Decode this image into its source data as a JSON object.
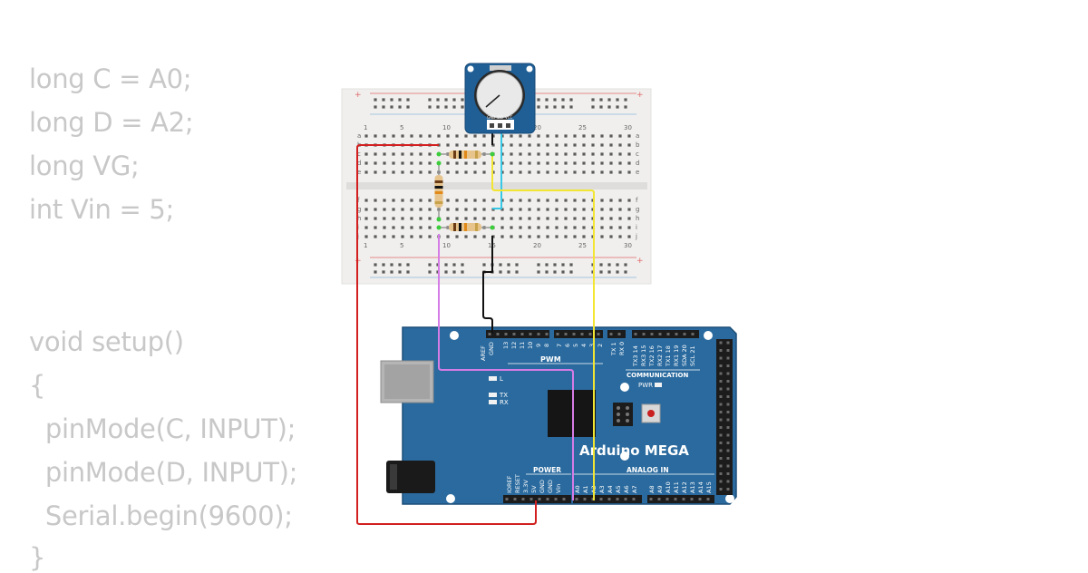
{
  "code": {
    "lines": [
      "long C = A0;",
      "long D = A2;",
      "long VG;",
      "int Vin = 5;",
      "",
      "",
      "void setup()",
      "{",
      "  pinMode(C, INPUT);",
      "  pinMode(D, INPUT);",
      "  Serial.begin(9600);",
      "}"
    ]
  },
  "breadboard": {
    "column_numbers": [
      "1",
      "5",
      "10",
      "15",
      "20",
      "25",
      "30"
    ],
    "row_letters_top": [
      "a",
      "b",
      "c",
      "d",
      "e"
    ],
    "row_letters_bottom": [
      "f",
      "g",
      "h",
      "i",
      "j"
    ],
    "plus_sign": "+",
    "minus_sign": "-"
  },
  "sensor_module": {
    "pin_labels": [
      "GND",
      "SIG",
      "VCC"
    ]
  },
  "arduino": {
    "board_name": "Arduino MEGA",
    "pwm_label": "PWM",
    "communication_label": "COMMUNICATION",
    "power_label": "POWER",
    "analog_in_label": "ANALOG IN",
    "led_l_label": "L",
    "led_tx_label": "TX",
    "led_rx_label": "RX",
    "pwr_label": "PWR",
    "top_header_labels": [
      "AREF",
      "GND",
      "13",
      "12",
      "11",
      "10",
      "9",
      "8"
    ],
    "top_header_labels_2": [
      "7",
      "6",
      "5",
      "4",
      "3",
      "2"
    ],
    "tx_rx_labels": [
      "TX 1",
      "RX 0"
    ],
    "comm_labels": [
      "TX3 14",
      "RX3 15",
      "TX2 16",
      "RX2 17",
      "TX1 18",
      "RX1 19",
      "SDA 20",
      "SCL 21"
    ],
    "power_pins": [
      "IOREF",
      "RESET",
      "3.3V",
      "5V",
      "GND",
      "GND",
      "Vin"
    ],
    "analog_pins": [
      "A0",
      "A1",
      "A2",
      "A3",
      "A4",
      "A5",
      "A6",
      "A7"
    ],
    "analog_pins_2": [
      "A8",
      "A9",
      "A10",
      "A11",
      "A12",
      "A13",
      "A14",
      "A15"
    ]
  },
  "wires": {
    "red": "#d21f1f",
    "black": "#111111",
    "cyan": "#37c8e6",
    "yellow": "#f2e632",
    "violet": "#d67ce6"
  },
  "colors": {
    "board_blue": "#2a6a9e",
    "board_blue_dark": "#1d4f78",
    "breadboard_bg": "#f0efed",
    "code_gray": "#c8c8c8"
  }
}
